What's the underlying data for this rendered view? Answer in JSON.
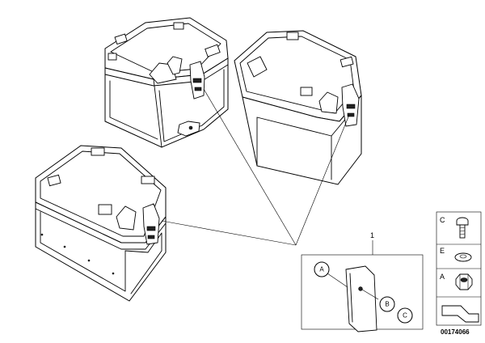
{
  "diagram": {
    "part_number_label": "1",
    "callouts": {
      "a": "A",
      "b": "B",
      "c": "C"
    },
    "legend": [
      {
        "letter": "C",
        "icon": "screw-icon"
      },
      {
        "letter": "E",
        "icon": "washer-icon"
      },
      {
        "letter": "A",
        "icon": "nut-icon"
      }
    ],
    "reference_number": "00174066"
  }
}
